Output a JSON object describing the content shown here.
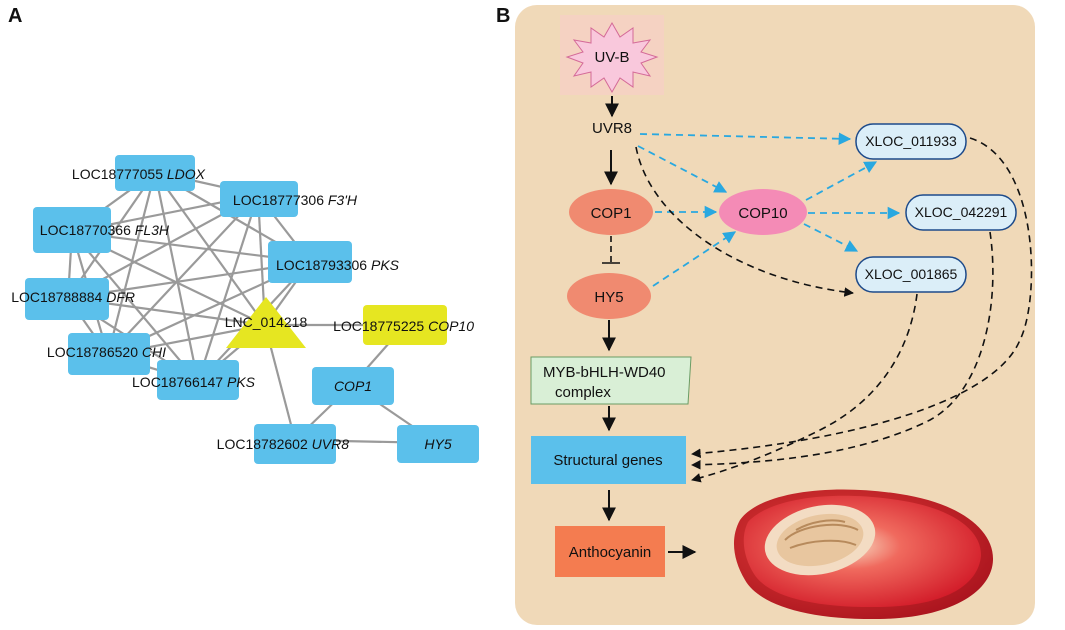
{
  "panels": {
    "a": "A",
    "b": "B"
  },
  "network": {
    "nodes": [
      {
        "id": "ldox",
        "id_text": "LOC18777055 ",
        "gene": "LDOX"
      },
      {
        "id": "f3h",
        "id_text": "LOC18777306 ",
        "gene": "F3'H"
      },
      {
        "id": "fl3h",
        "id_text": "LOC18770366 ",
        "gene": "FL3H"
      },
      {
        "id": "pks1",
        "id_text": "LOC18793306 ",
        "gene": "PKS"
      },
      {
        "id": "dfr",
        "id_text": "LOC18788884 ",
        "gene": "DFR"
      },
      {
        "id": "lnc",
        "id_text": "LNC_014218",
        "gene": ""
      },
      {
        "id": "cop10",
        "id_text": "LOC18775225 ",
        "gene": "COP10"
      },
      {
        "id": "chi",
        "id_text": "LOC18786520 ",
        "gene": "CHI"
      },
      {
        "id": "pks2",
        "id_text": "LOC18766147 ",
        "gene": "PKS"
      },
      {
        "id": "cop1",
        "id_text": "",
        "gene": "COP1"
      },
      {
        "id": "uvr8",
        "id_text": "LOC18782602 ",
        "gene": "UVR8"
      },
      {
        "id": "hy5",
        "id_text": "",
        "gene": "HY5"
      }
    ],
    "colors": {
      "gene_node": "#5bc0eb",
      "lnc_node": "#e6e621",
      "edge": "#9a9a9a"
    }
  },
  "pathway": {
    "uvb": "UV-B",
    "uvr8": "UVR8",
    "cop1": "COP1",
    "cop10": "COP10",
    "hy5": "HY5",
    "xloc1": "XLOC_011933",
    "xloc2": "XLOC_042291",
    "xloc3": "XLOC_001865",
    "myb_line1": "MYB-bHLH-WD40",
    "myb_line2": "complex",
    "structural": "Structural genes",
    "anthocyanin": "Anthocyanin",
    "colors": {
      "background": "#f0d9b8",
      "uvb_fill": "#f9c8dc",
      "cop1_fill": "#f08a70",
      "cop10_fill": "#f48bb6",
      "xloc_fill": "#dbeef8",
      "myb_fill": "#d9efd6",
      "structural_fill": "#5bc0eb",
      "anthocyanin_fill": "#f47c50",
      "blue_arrow": "#29a8e0"
    },
    "image": "peach-fruit-cross-section"
  }
}
